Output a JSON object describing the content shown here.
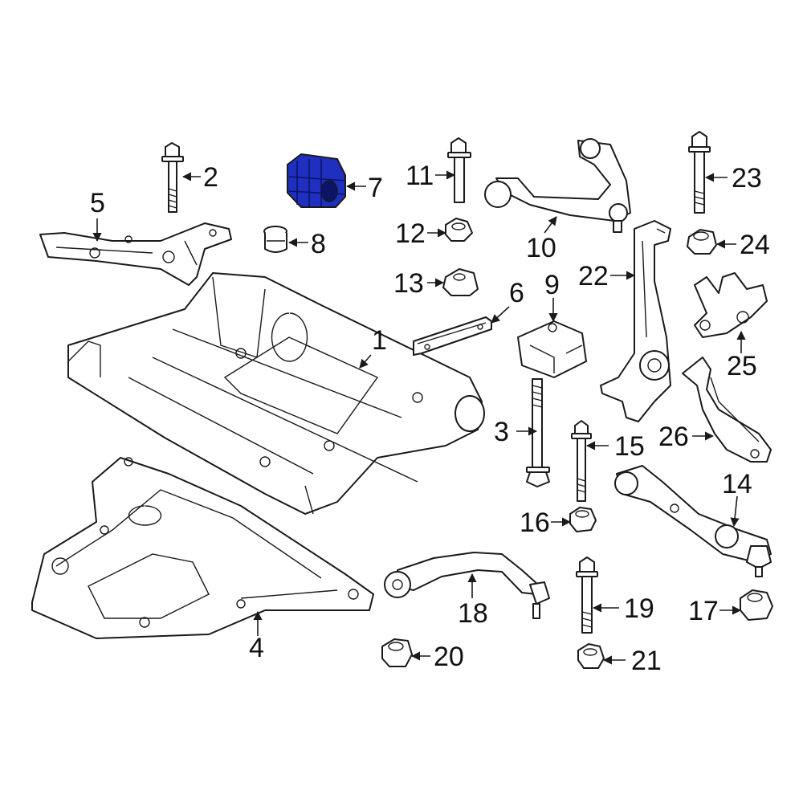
{
  "title": "",
  "highlight_color": "#1f2fbf",
  "parts": [
    {
      "id": "1",
      "label": "1"
    },
    {
      "id": "2",
      "label": "2"
    },
    {
      "id": "3",
      "label": "3"
    },
    {
      "id": "4",
      "label": "4"
    },
    {
      "id": "5",
      "label": "5"
    },
    {
      "id": "6",
      "label": "6"
    },
    {
      "id": "7",
      "label": "7",
      "highlighted": true
    },
    {
      "id": "8",
      "label": "8"
    },
    {
      "id": "9",
      "label": "9"
    },
    {
      "id": "10",
      "label": "10"
    },
    {
      "id": "11",
      "label": "11"
    },
    {
      "id": "12",
      "label": "12"
    },
    {
      "id": "13",
      "label": "13"
    },
    {
      "id": "14",
      "label": "14"
    },
    {
      "id": "15",
      "label": "15"
    },
    {
      "id": "16",
      "label": "16"
    },
    {
      "id": "17",
      "label": "17"
    },
    {
      "id": "18",
      "label": "18"
    },
    {
      "id": "19",
      "label": "19"
    },
    {
      "id": "20",
      "label": "20"
    },
    {
      "id": "21",
      "label": "21"
    },
    {
      "id": "22",
      "label": "22"
    },
    {
      "id": "23",
      "label": "23"
    },
    {
      "id": "24",
      "label": "24"
    },
    {
      "id": "25",
      "label": "25"
    },
    {
      "id": "26",
      "label": "26"
    }
  ]
}
